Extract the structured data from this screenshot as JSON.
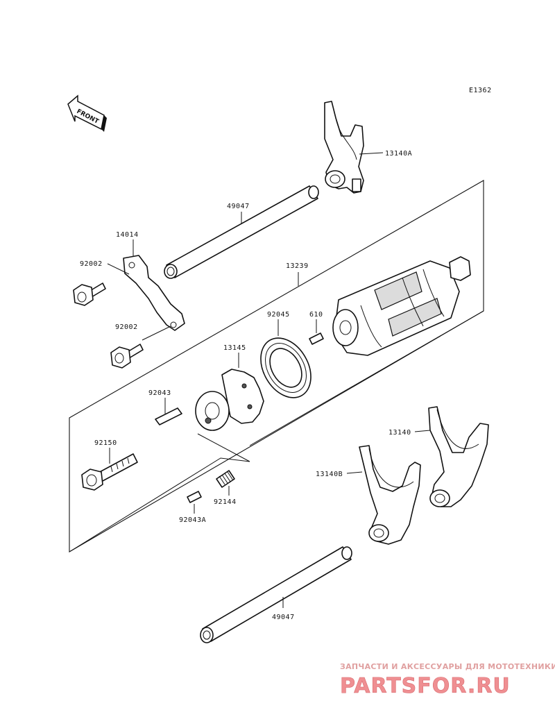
{
  "diagram_code": "E1362",
  "front_label": "FRONT",
  "watermark": {
    "top_text": "ЗАПЧАСТИ И АКСЕССУАРЫ ДЛЯ МОТОТЕХНИКИ",
    "logo_text": "PARTSFOR.RU"
  },
  "parts": [
    {
      "id": "13140A",
      "label": "13140A"
    },
    {
      "id": "49047_top",
      "label": "49047"
    },
    {
      "id": "14014",
      "label": "14014"
    },
    {
      "id": "92002_a",
      "label": "92002"
    },
    {
      "id": "13239",
      "label": "13239"
    },
    {
      "id": "92002_b",
      "label": "92002"
    },
    {
      "id": "92045",
      "label": "92045"
    },
    {
      "id": "610",
      "label": "610"
    },
    {
      "id": "13145",
      "label": "13145"
    },
    {
      "id": "92043",
      "label": "92043"
    },
    {
      "id": "13140",
      "label": "13140"
    },
    {
      "id": "92150",
      "label": "92150"
    },
    {
      "id": "13140B",
      "label": "13140B"
    },
    {
      "id": "92144",
      "label": "92144"
    },
    {
      "id": "92043A",
      "label": "92043A"
    },
    {
      "id": "49047_bottom",
      "label": "49047"
    }
  ]
}
